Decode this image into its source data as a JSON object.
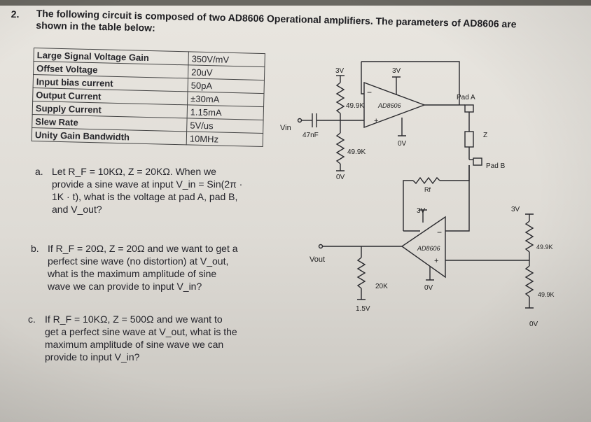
{
  "question": {
    "number": "2.",
    "header_lines": [
      "The following circuit is composed of two AD8606 Operational amplifiers. The parameters of AD8606 are",
      "shown in the table below:"
    ]
  },
  "params_table": [
    {
      "name": "Large Signal Voltage Gain",
      "value": "350V/mV"
    },
    {
      "name": "Offset Voltage",
      "value": "20uV"
    },
    {
      "name": "Input bias current",
      "value": "50pA"
    },
    {
      "name": "Output Current",
      "value": "±30mA"
    },
    {
      "name": "Supply Current",
      "value": "1.15mA"
    },
    {
      "name": "Slew Rate",
      "value": "5V/us"
    },
    {
      "name": "Unity Gain Bandwidth",
      "value": "10MHz"
    }
  ],
  "parts": [
    {
      "letter": "a.",
      "lines": [
        "Let R_F = 10KΩ, Z = 20KΩ. When we",
        "provide a sine wave at input V_in = Sin(2π ·",
        "1K · t), what is the voltage at pad A, pad B,",
        "and V_out?"
      ]
    },
    {
      "letter": "b.",
      "lines": [
        "If R_F = 20Ω, Z = 20Ω and we want to get a",
        "perfect sine wave (no distortion) at V_out,",
        "what is the maximum amplitude of sine",
        "wave we can provide to input V_in?"
      ]
    },
    {
      "letter": "c.",
      "lines": [
        "If R_F = 10KΩ, Z = 500Ω and we want to",
        "get a perfect sine wave at V_out, what is the",
        "maximum amplitude of sine wave we can",
        "provide to input V_in?"
      ]
    }
  ],
  "circuit": {
    "op1": "AD8606",
    "op2": "AD8606",
    "vin": "Vin",
    "cap": "47nF",
    "r_top": "49.9K",
    "r_bot": "49.9K",
    "supply_left": "3V",
    "gnd_left": "0V",
    "supply_op1": "3V",
    "gnd_op1": "0V",
    "pad_a": "Pad A",
    "z": "Z",
    "pad_b": "Pad B",
    "rf": "Rf",
    "supply_op2": "3V",
    "gnd_op2": "0V",
    "vout": "Vout",
    "r_20k": "20K",
    "v_15": "1.5V",
    "supply_right": "3V",
    "r_right_top": "49.9K",
    "r_right_bot": "49.9K",
    "gnd_right": "0V"
  }
}
